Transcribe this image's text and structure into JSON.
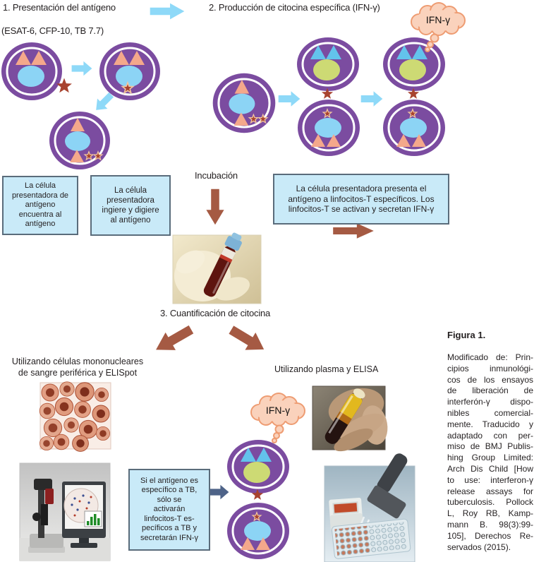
{
  "colors": {
    "purple": "#7B4CA0",
    "nucblue": "#8CD4F5",
    "nucgreen": "#CDDA74",
    "salmon": "#F4A88B",
    "triblue": "#63C3EC",
    "star": "#A8432F",
    "starline": "#F2C6A0",
    "arrowblue": "#8ED9F8",
    "arrowbrown": "#A55A43",
    "arrowslate": "#4E6388",
    "boxfill": "#C9EAF8",
    "boxborder": "#5A6C7B",
    "cloudfill": "#FAD2BC",
    "cloudstroke": "#EE9C72",
    "textcolor": "#231F20"
  },
  "icons": {
    "flow_arrow": "block-arrow",
    "cytokine_cloud": "thought-cloud",
    "antigen": "star"
  },
  "header": {
    "step1_title": "1. Presentación del antígeno",
    "step1_antigens": "(ESAT-6, CFP-10, TB 7.7)",
    "step2_title": "2. Producción de citocina específica (IFN-γ)"
  },
  "labels": {
    "incubation": "Incubación",
    "step3_title": "3. Cuantificación de citocina",
    "elispot_branch": "Utilizando células mononucleares\nde sangre periférica y ELISpot",
    "elisa_branch": "Utilizando plasma y ELISA",
    "ifn_cloud": "IFN-γ"
  },
  "infoboxes": {
    "find_antigen": "La célula\npresentadora de\nantígeno\nencuentra al\nantígeno",
    "digest_antigen": "La célula\npresentadora\ningiere y digiere\nal antígeno",
    "present_antigen": "La célula presentadora presenta el\nantígeno a linfocitos-T específicos. Los\nlinfocitos-T se activan y secretan IFN-γ",
    "tb_specific": "Si el antígeno es\nespecífico a TB,\nsólo se\nactivarán\nlinfocitos-T es-\npecíficos a TB y\nsecretarán IFN-γ"
  },
  "figure_caption": {
    "title": "Figura 1.",
    "lines": [
      "Modificado de: Prin-",
      "cipios inmunológi-",
      "cos de los ensayos",
      "de liberación de",
      "interferón-γ dispo-",
      "nibles comercial-",
      "mente. Traducido y",
      "adaptado con per-",
      "miso de BMJ Publis-",
      "hing Group Limited:",
      "Arch Dis Child [How",
      "to use: interferon-γ",
      "release assays for",
      "tuberculosis. Pollock",
      "L, Roy RB, Kamp-",
      "mann B. 98(3):99-",
      "105], Derechos Re-",
      "servados (2015)."
    ]
  }
}
